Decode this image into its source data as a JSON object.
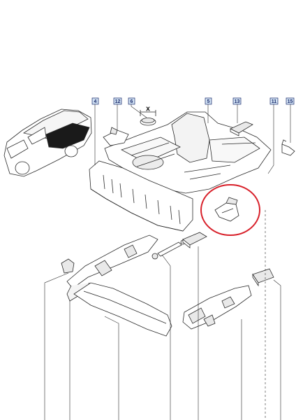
{
  "colors": {
    "line": "#2a2a2a",
    "callout_fill": "#cfe0f2",
    "callout_border": "#1b2a6b",
    "callout_text": "#1b2a6b",
    "highlight": "#d8202a",
    "part_fill": "#ffffff",
    "shade": "#e9e9e9",
    "car_dark": "#1a1a1a"
  },
  "callouts": {
    "c4": "4",
    "c12": "12",
    "c6": "6",
    "c5": "5",
    "c13": "13",
    "c11": "11",
    "c15": "15"
  },
  "dimension_label": "X"
}
